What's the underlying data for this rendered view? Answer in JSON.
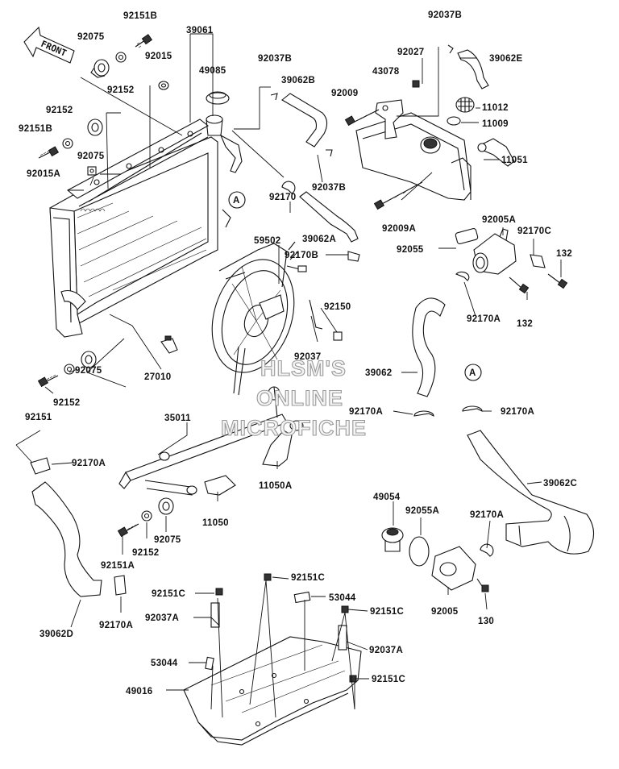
{
  "front_label": "FRONT",
  "watermark": [
    "HLSM'S",
    "ONLINE",
    "MICROFICHE"
  ],
  "ref_marker": "A",
  "labels": [
    {
      "id": "92151B_a",
      "text": "92151B"
    },
    {
      "id": "39061",
      "text": "39061"
    },
    {
      "id": "92075_a",
      "text": "92075"
    },
    {
      "id": "92015",
      "text": "92015"
    },
    {
      "id": "49085",
      "text": "49085"
    },
    {
      "id": "92152_a",
      "text": "92152"
    },
    {
      "id": "92037B_a",
      "text": "92037B"
    },
    {
      "id": "39062B",
      "text": "39062B"
    },
    {
      "id": "92037B_top",
      "text": "92037B"
    },
    {
      "id": "92027",
      "text": "92027"
    },
    {
      "id": "39062E",
      "text": "39062E"
    },
    {
      "id": "43078",
      "text": "43078"
    },
    {
      "id": "92009",
      "text": "92009"
    },
    {
      "id": "11012",
      "text": "11012"
    },
    {
      "id": "11009",
      "text": "11009"
    },
    {
      "id": "92152_b",
      "text": "92152"
    },
    {
      "id": "92151B_b",
      "text": "92151B"
    },
    {
      "id": "92075_b",
      "text": "92075"
    },
    {
      "id": "92015A",
      "text": "92015A"
    },
    {
      "id": "92037B_b",
      "text": "92037B"
    },
    {
      "id": "11051",
      "text": "11051"
    },
    {
      "id": "92170_a",
      "text": "92170"
    },
    {
      "id": "39062A",
      "text": "39062A"
    },
    {
      "id": "92009A",
      "text": "92009A"
    },
    {
      "id": "92005A",
      "text": "92005A"
    },
    {
      "id": "59502",
      "text": "59502"
    },
    {
      "id": "92170C",
      "text": "92170C"
    },
    {
      "id": "92055",
      "text": "92055"
    },
    {
      "id": "92170B",
      "text": "92170B"
    },
    {
      "id": "132_a",
      "text": "132"
    },
    {
      "id": "92150",
      "text": "92150"
    },
    {
      "id": "92170A_a",
      "text": "92170A"
    },
    {
      "id": "132_b",
      "text": "132"
    },
    {
      "id": "92037",
      "text": "92037"
    },
    {
      "id": "27010",
      "text": "27010"
    },
    {
      "id": "39062",
      "text": "39062"
    },
    {
      "id": "92075_c",
      "text": "92075"
    },
    {
      "id": "92152_c",
      "text": "92152"
    },
    {
      "id": "92151",
      "text": "92151"
    },
    {
      "id": "35011",
      "text": "35011"
    },
    {
      "id": "92170A_b",
      "text": "92170A"
    },
    {
      "id": "92170A_c",
      "text": "92170A"
    },
    {
      "id": "92170A_d",
      "text": "92170A"
    },
    {
      "id": "11050A",
      "text": "11050A"
    },
    {
      "id": "39062C",
      "text": "39062C"
    },
    {
      "id": "49054",
      "text": "49054"
    },
    {
      "id": "92055A",
      "text": "92055A"
    },
    {
      "id": "11050",
      "text": "11050"
    },
    {
      "id": "92075_d",
      "text": "92075"
    },
    {
      "id": "92152_d",
      "text": "92152"
    },
    {
      "id": "92151A",
      "text": "92151A"
    },
    {
      "id": "92170A_e",
      "text": "92170A"
    },
    {
      "id": "92005",
      "text": "92005"
    },
    {
      "id": "130",
      "text": "130"
    },
    {
      "id": "92170A_f",
      "text": "92170A"
    },
    {
      "id": "92151C_a",
      "text": "92151C"
    },
    {
      "id": "92151C_b",
      "text": "92151C"
    },
    {
      "id": "53044_a",
      "text": "53044"
    },
    {
      "id": "92037A_a",
      "text": "92037A"
    },
    {
      "id": "92151C_c",
      "text": "92151C"
    },
    {
      "id": "39062D",
      "text": "39062D"
    },
    {
      "id": "92037A_b",
      "text": "92037A"
    },
    {
      "id": "53044_b",
      "text": "53044"
    },
    {
      "id": "92151C_d",
      "text": "92151C"
    },
    {
      "id": "49016",
      "text": "49016"
    }
  ]
}
